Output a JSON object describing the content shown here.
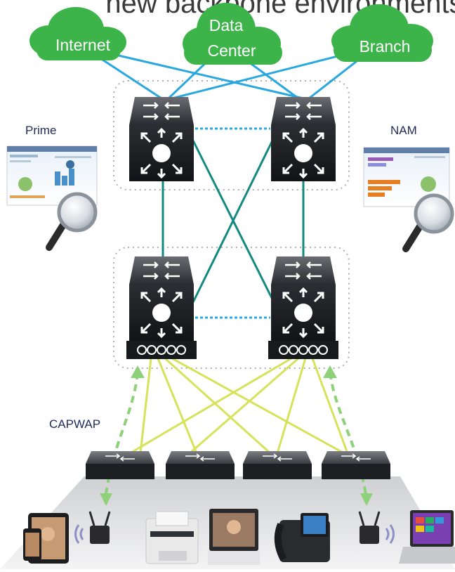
{
  "title": "new backbone environments",
  "clouds": [
    {
      "line1": "Internet",
      "line2": ""
    },
    {
      "line1": "Data",
      "line2": "Center"
    },
    {
      "line1": "Branch",
      "line2": ""
    }
  ],
  "labels": {
    "prime": "Prime",
    "nam": "NAM",
    "capwap": "CAPWAP"
  },
  "colors": {
    "cloud": "#3db44a",
    "uplink": "#29a8df",
    "core_link": "#138a80",
    "access_link": "#d6e35a",
    "capwap": "#8fd17a",
    "switch": "#1b1c20"
  },
  "icons": {
    "core_switch": "layer3-switch-icon",
    "access_switch": "workgroup-switch-icon",
    "monitor": "dashboard-screenshot-icon",
    "magnifier": "magnifying-glass-icon"
  }
}
